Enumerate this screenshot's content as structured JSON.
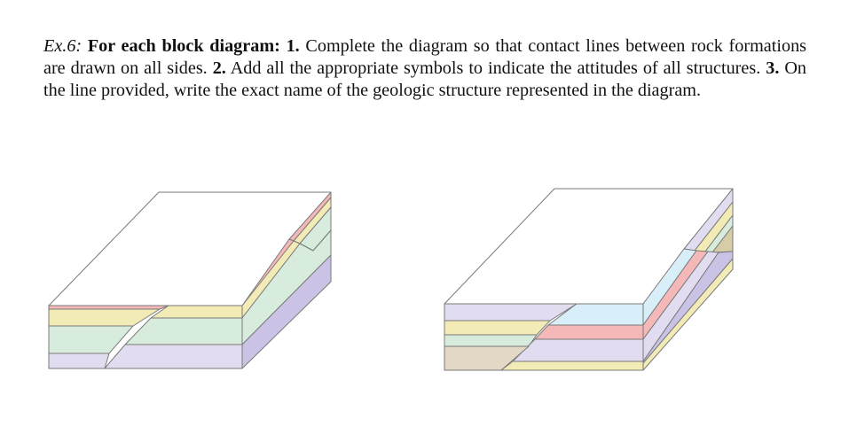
{
  "exercise": {
    "label": "Ex.6:",
    "intro": "For each block diagram:",
    "steps": [
      {
        "number": "1.",
        "text": "Complete the diagram so that contact lines between rock formations are drawn on all sides."
      },
      {
        "number": "2.",
        "text": "Add all the appropriate symbols to indicate the attitudes of all structures."
      },
      {
        "number": "3.",
        "text": "On the line provided, write the exact name of the geologic structure represented in the diagram."
      }
    ]
  },
  "colors": {
    "pink": "#f4b8b8",
    "yellow": "#f2ebb6",
    "green": "#d7ecdc",
    "lavender": "#e1dcf0",
    "purple": "#cbc3e5",
    "blue": "#d8eef8",
    "tan": "#e3d8c6",
    "khaki": "#d6cca8",
    "outline": "#7a7a7a"
  },
  "diagrams": [
    {
      "name": "block-diagram-1"
    },
    {
      "name": "block-diagram-2"
    }
  ]
}
